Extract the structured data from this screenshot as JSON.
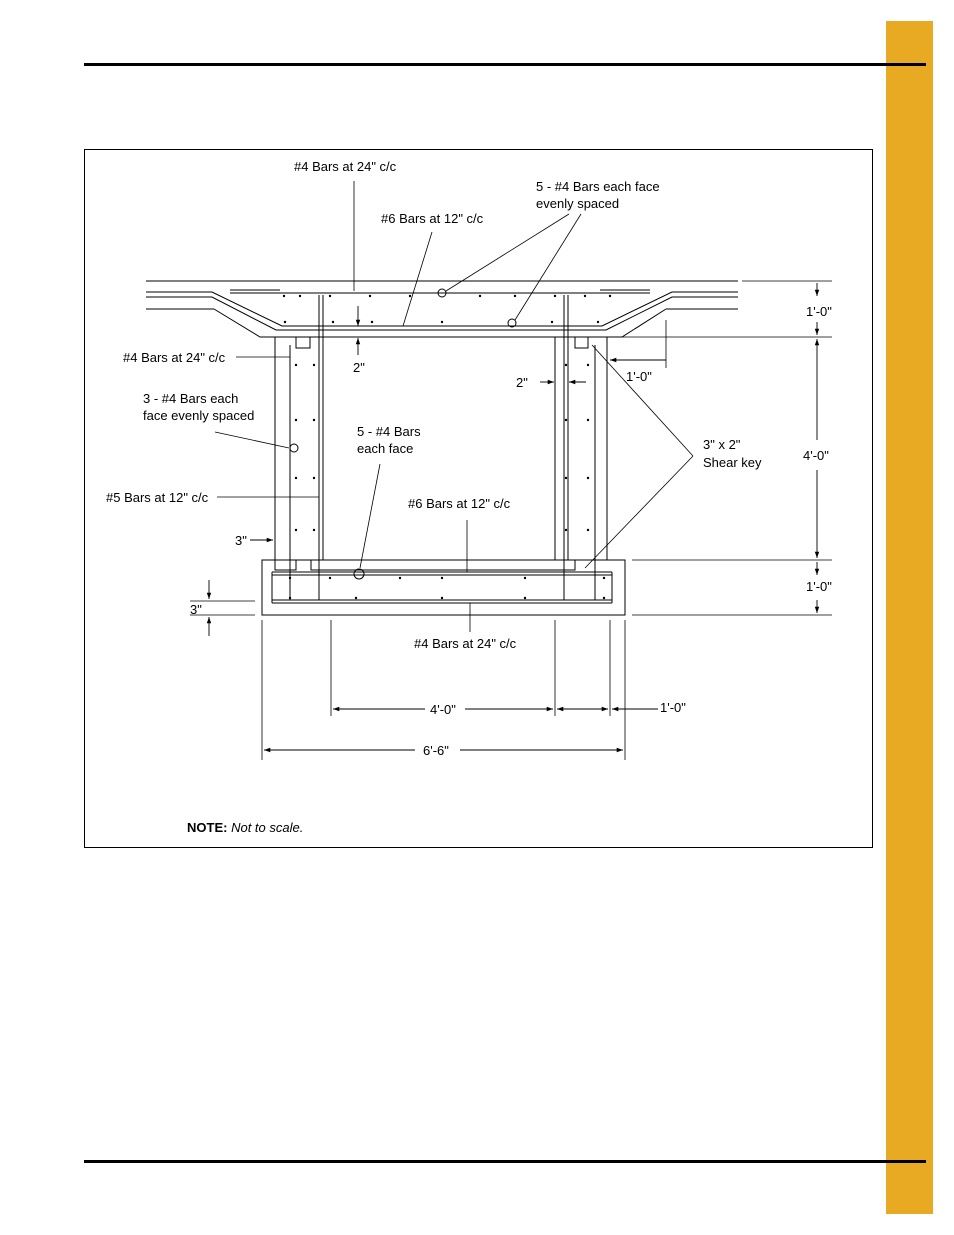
{
  "colors": {
    "accent_tab": "#E8AA23",
    "line": "#000000"
  },
  "labels": {
    "top_bars": "#4 Bars at 24\" c/c",
    "five_bars_face_1": "5 - #4 Bars each face",
    "five_bars_face_2": "evenly spaced",
    "top_six_bars": "#6 Bars at 12\" c/c",
    "wall_four_bars": "#4 Bars at 24\" c/c",
    "three_bars_1": "3 - #4 Bars each",
    "three_bars_2": "face evenly spaced",
    "five_bars_1": "5 - #4 Bars",
    "five_bars_2": "each face",
    "five_bars_12": "#5 Bars at 12\" c/c",
    "bottom_six_bars": "#6 Bars at 12\" c/c",
    "bottom_four_bars": "#4 Bars at 24\" c/c",
    "shear_key_1": "3\" x 2\"",
    "shear_key_2": "Shear key"
  },
  "dimensions": {
    "top_slab": "1'-0\"",
    "overhang": "1'-0\"",
    "cover_2_top": "2\"",
    "cover_2_wall": "2\"",
    "wall_height": "4'-0\"",
    "footing": "1'-0\"",
    "cover_3_side": "3\"",
    "cover_3_bottom": "3\"",
    "inner_width": "4'-0\"",
    "wall_width": "1'-0\"",
    "total_width": "6'-6\""
  },
  "note": {
    "label": "NOTE:",
    "text": "Not to scale."
  }
}
